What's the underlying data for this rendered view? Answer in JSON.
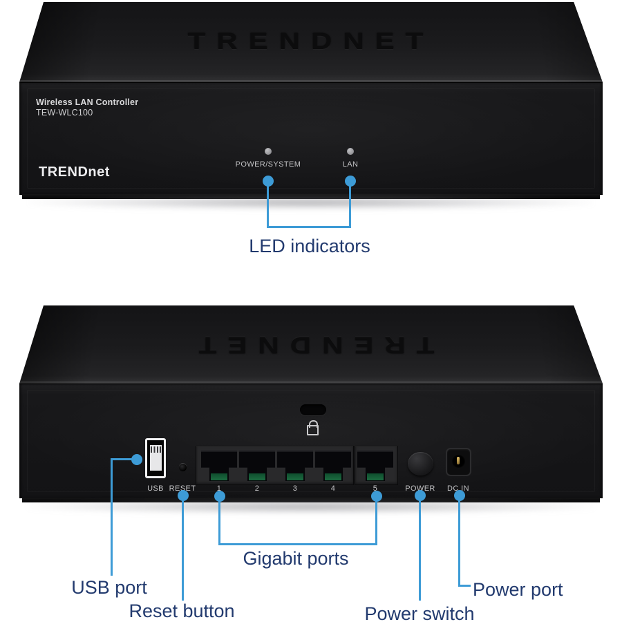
{
  "device": {
    "brand_logo": "TRENDnet",
    "emboss_logo": "TRENDNET",
    "product_line": "Wireless LAN Controller",
    "model": "TEW-WLC100"
  },
  "front_panel": {
    "led_labels": [
      "POWER/SYSTEM",
      "LAN"
    ]
  },
  "rear_panel": {
    "usb_label": "USB",
    "reset_label": "RESET",
    "port_numbers": [
      "1",
      "2",
      "3",
      "4",
      "5"
    ],
    "power_label": "POWER",
    "dc_in_label": "DC IN"
  },
  "callouts": {
    "led": "LED indicators",
    "usb": "USB port",
    "reset": "Reset button",
    "gigabit": "Gigabit ports",
    "power_switch": "Power switch",
    "power_port": "Power port"
  },
  "colors": {
    "callout_line": "#3d9bd6",
    "callout_text": "#223a6e",
    "device_body": "#151517",
    "panel_label": "#c2c2c4"
  }
}
